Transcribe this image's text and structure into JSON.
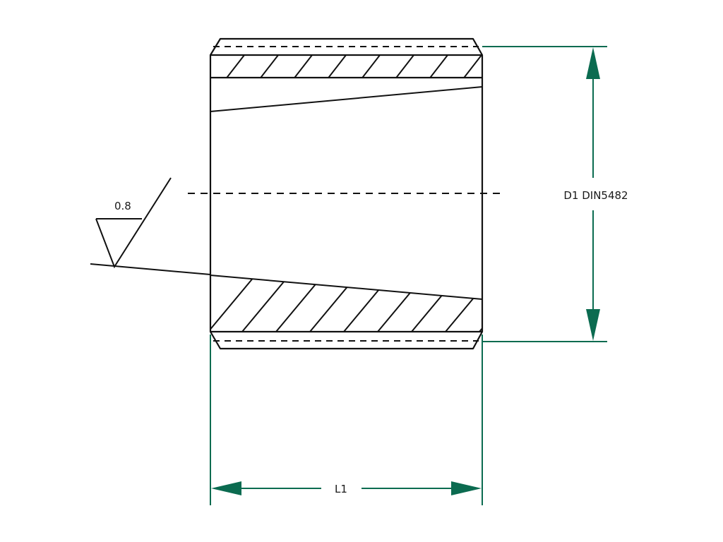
{
  "labels": {
    "diameter": "D1 DIN5482",
    "length": "L1",
    "roughness": "0.8"
  },
  "colors": {
    "outline": "#111111",
    "dimension": "#0b6b50",
    "background": "#ffffff"
  }
}
